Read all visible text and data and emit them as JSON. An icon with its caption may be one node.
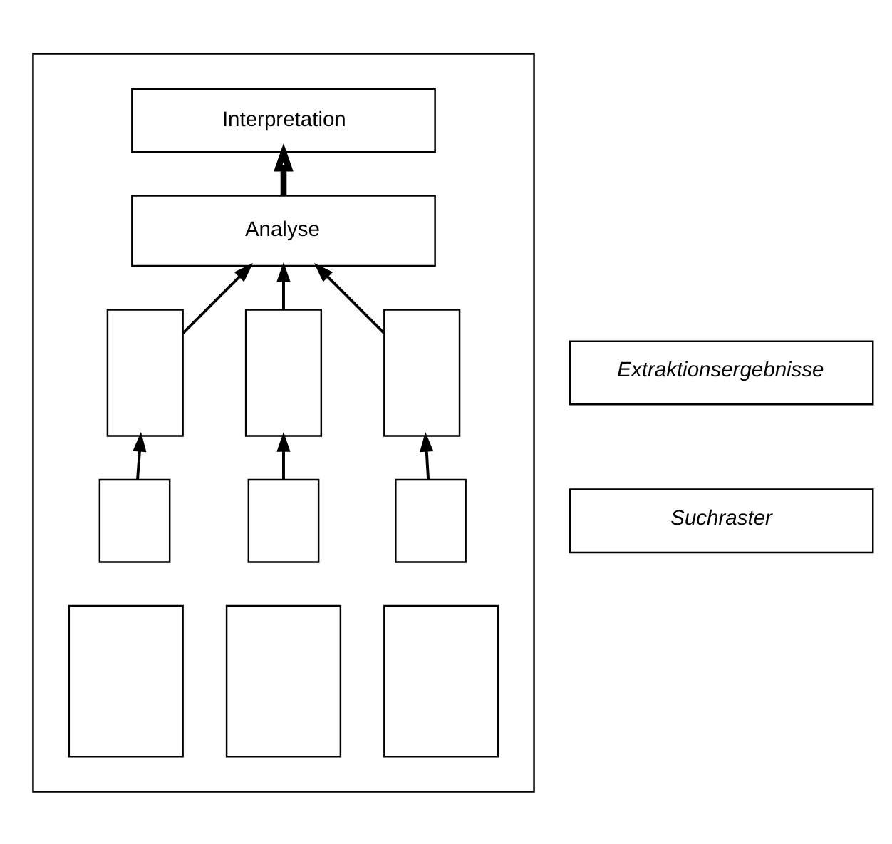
{
  "diagram": {
    "nodes": [
      {
        "text": [],
        "shape": "box"
      },
      {
        "text": [
          "Interpretation"
        ],
        "in": 0
      },
      {
        "text": [
          "Analyse"
        ],
        "in": 0
      },
      {
        "text": [],
        "shape": "box",
        "in": 0
      },
      {
        "text": [],
        "shape": "box",
        "in": 0
      },
      {
        "text": [],
        "shape": "box",
        "in": 0
      },
      {
        "text": [],
        "shape": "box",
        "in": 0
      },
      {
        "text": [],
        "shape": "box",
        "in": 0
      },
      {
        "text": [],
        "shape": "box",
        "in": 0
      },
      {
        "text": [],
        "shape": "box",
        "in": 0
      },
      {
        "text": [],
        "shape": "box",
        "in": 0
      },
      {
        "text": [],
        "shape": "box",
        "in": 0
      },
      {
        "text": [
          "Extraktionsergebnisse"
        ]
      },
      {
        "text": [
          "Suchraster"
        ]
      }
    ],
    "edges": [
      {
        "from": 2,
        "to": 1,
        "arrow": "to",
        "style": "thick"
      },
      {
        "from": 3,
        "to": 2,
        "arrow": "to"
      },
      {
        "from": 4,
        "to": 2,
        "arrow": "to"
      },
      {
        "from": 5,
        "to": 2,
        "arrow": "to"
      },
      {
        "from": 6,
        "to": 3,
        "arrow": "to"
      },
      {
        "from": 7,
        "to": 4,
        "arrow": "to"
      },
      {
        "from": 8,
        "to": 5,
        "arrow": "to"
      }
    ]
  }
}
